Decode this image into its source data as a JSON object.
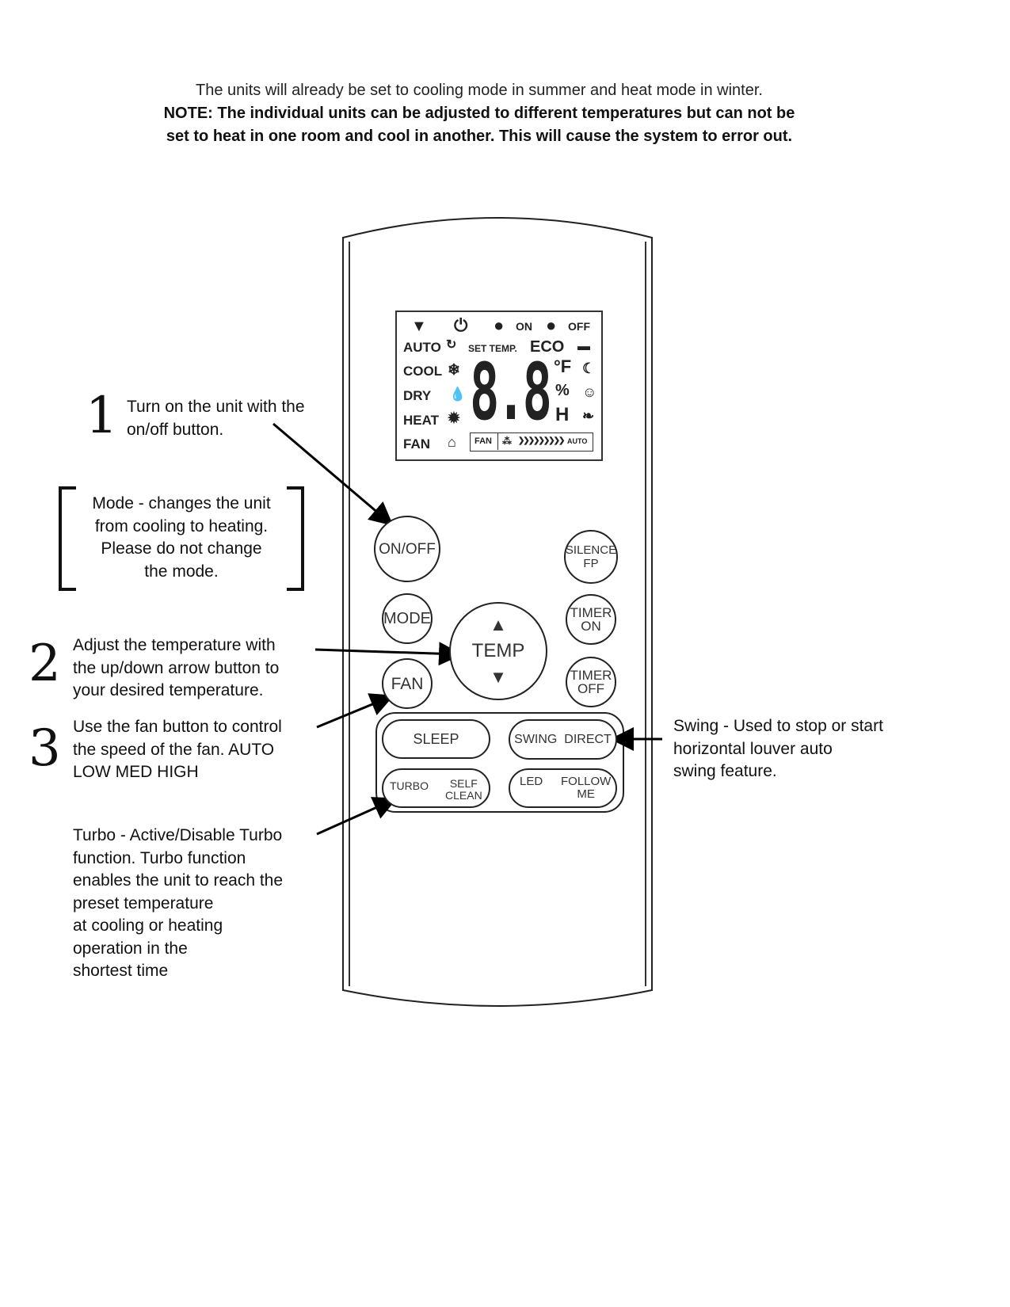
{
  "header": {
    "line1": "The units will already be set to cooling mode in summer and heat mode in winter.",
    "note_label": "NOTE:",
    "note_line1": "The individual units can be adjusted to different temperatures but can not be",
    "note_line2": "set to heat in one room and cool in another. This will cause the system to error out."
  },
  "annotations": {
    "step1": {
      "number": "1",
      "lines": [
        "Turn on the unit with the",
        "on/off button."
      ]
    },
    "mode": {
      "lines": [
        "Mode - changes the unit",
        "from cooling to heating.",
        "Please do not change",
        "the mode."
      ]
    },
    "step2": {
      "number": "2",
      "lines": [
        "Adjust the temperature with",
        "the up/down arrow button to",
        "your desired temperature."
      ]
    },
    "step3": {
      "number": "3",
      "lines": [
        "Use the fan button to control",
        "the speed of the fan. AUTO",
        "LOW MED HIGH"
      ]
    },
    "turbo": {
      "lines": [
        "Turbo - Active/Disable Turbo",
        "function. Turbo function",
        "enables the unit to reach the",
        "preset temperature",
        "at cooling or heating",
        "operation in the",
        "shortest time"
      ]
    },
    "swing": {
      "lines": [
        "Swing - Used to stop or start",
        "horizontal louver auto",
        "swing feature."
      ]
    }
  },
  "lcd": {
    "on": "ON",
    "off": "OFF",
    "auto": "AUTO",
    "set_temp": "SET TEMP.",
    "eco": "ECO",
    "cool": "COOL",
    "dry": "DRY",
    "heat": "HEAT",
    "fan": "FAN",
    "digits": "8.8",
    "unit_f": "°F",
    "unit_pct": "%",
    "unit_h": "H",
    "fan_bar_label": "FAN",
    "fan_bar_auto": "AUTO"
  },
  "buttons": {
    "on_off": "ON/OFF",
    "silence_1": "SILENCE",
    "silence_2": "FP",
    "mode": "MODE",
    "timer_on_1": "TIMER",
    "timer_on_2": "ON",
    "temp": "TEMP",
    "fan": "FAN",
    "timer_off_1": "TIMER",
    "timer_off_2": "OFF",
    "sleep": "SLEEP",
    "swing_direct": "SWING  DIRECT",
    "turbo": "TURBO",
    "self_clean_1": "SELF",
    "self_clean_2": "CLEAN",
    "led": "LED",
    "follow_me_1": "FOLLOW",
    "follow_me_2": "ME"
  }
}
